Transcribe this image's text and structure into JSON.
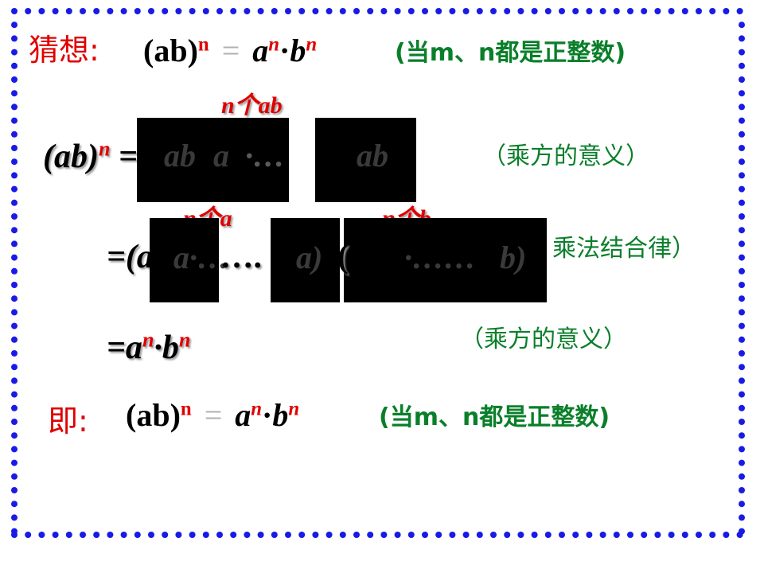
{
  "guess": {
    "label": "猜想:",
    "lhs_base": "(ab)",
    "lhs_exp": "n",
    "eq": "=",
    "a": "a",
    "a_exp": "n",
    "dot": "·",
    "b": "b",
    "b_exp": "n",
    "condition": "(当m、n都是正整数)"
  },
  "step1": {
    "lhs": "(ab)",
    "lhs_exp": "n",
    "eq": "=",
    "annot": "n个ab",
    "hidden_1": "ab",
    "hidden_2": "a",
    "hidden_3": "·…",
    "hidden_4": "ab",
    "reason": "（乘方的意义）"
  },
  "step2": {
    "eq": "=(a",
    "annot_a": "n个a",
    "annot_b": "n个b",
    "hidden_a": "a·…",
    "hidden_a_end": "a)",
    "hidden_b": "·……",
    "hidden_b_end": "b)",
    "open_paren": "(",
    "reason": "乘法结合律）"
  },
  "step3": {
    "eq": "=a",
    "a_exp": "n",
    "dot": "·",
    "b": "b",
    "b_exp": "n",
    "reason": "（乘方的意义）"
  },
  "conclusion": {
    "label": "即:",
    "lhs_base": "(ab)",
    "lhs_exp": "n",
    "eq": "=",
    "a": "a",
    "a_exp": "n",
    "dot": "·",
    "b": "b",
    "b_exp": "n",
    "condition": "(当m、n都是正整数)"
  },
  "colors": {
    "border_dots": "#1a1ae6",
    "label_red": "#e00000",
    "condition_green": "#0a7f2a",
    "mask_black": "#000000"
  }
}
